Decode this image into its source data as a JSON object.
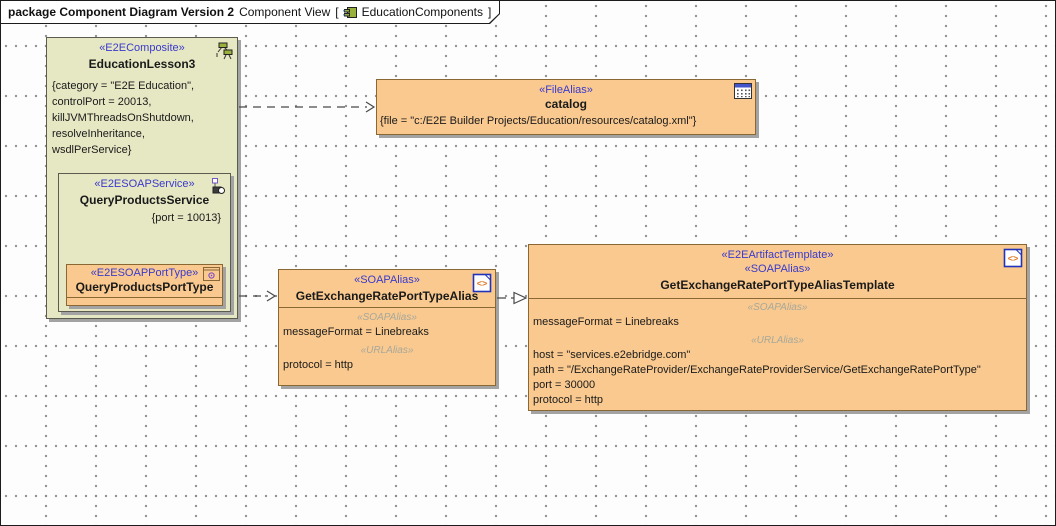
{
  "header": {
    "title": "package Component Diagram Version 2",
    "context": "Component View",
    "open_bracket": "[",
    "diagram_name": "EducationComponents",
    "close_bracket": "]"
  },
  "composite": {
    "stereotype": "«E2EComposite»",
    "name": "EducationLesson3",
    "properties": [
      "{category = \"E2E Education\",",
      "controlPort = 20013,",
      "killJVMThreadsOnShutdown,",
      "resolveInheritance,",
      "wsdlPerService}"
    ]
  },
  "service": {
    "stereotype": "«E2ESOAPService»",
    "name": "QueryProductsService",
    "port": "{port = 10013}"
  },
  "porttype": {
    "stereotype": "«E2ESOAPPortType»",
    "name": "QueryProductsPortType"
  },
  "catalog": {
    "stereotype": "«FileAlias»",
    "name": "catalog",
    "file": "{file = \"c:/E2E Builder Projects/Education/resources/catalog.xml\"}"
  },
  "alias": {
    "stereotype": "«SOAPAlias»",
    "name": "GetExchangeRatePortTypeAlias",
    "sections": [
      {
        "label": "«SOAPAlias»",
        "lines": [
          "messageFormat = Linebreaks"
        ]
      },
      {
        "label": "«URLAlias»",
        "lines": [
          "protocol = http"
        ]
      }
    ]
  },
  "template": {
    "stereotype1": "«E2EArtifactTemplate»",
    "stereotype2": "«SOAPAlias»",
    "name": "GetExchangeRatePortTypeAliasTemplate",
    "sections": [
      {
        "label": "«SOAPAlias»",
        "lines": [
          "messageFormat = Linebreaks"
        ]
      },
      {
        "label": "«URLAlias»",
        "lines": [
          "host = \"services.e2ebridge.com\"",
          "path = \"/ExchangeRateProvider/ExchangeRateProviderService/GetExchangeRatePortType\"",
          "port = 30000",
          "protocol = http"
        ]
      }
    ]
  },
  "icons": {
    "xml_glyph": "<>"
  },
  "colors": {
    "pale_fill": "#e6e7c3",
    "orange_fill": "#f9c98f",
    "stereotype_blue": "#3a3acd",
    "section_gray": "#a8a89a",
    "pale_border": "#5b5b4e",
    "orange_border": "#8a6834",
    "shadow": "#a3a3a3",
    "edge": "#4a4a4a"
  }
}
